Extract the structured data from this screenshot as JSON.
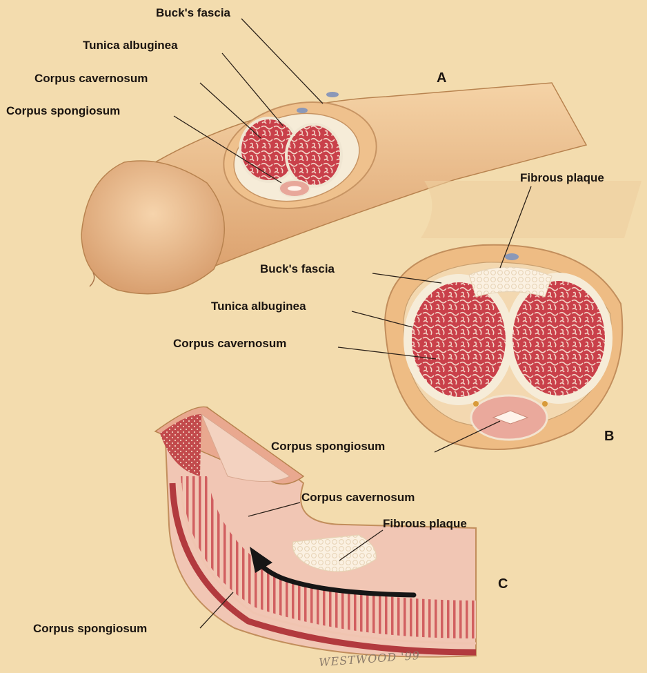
{
  "labels": {
    "a_bucks_fascia": "Buck's fascia",
    "a_tunica_albuginea": "Tunica albuginea",
    "a_corpus_cavernosum": "Corpus cavernosum",
    "a_corpus_spongiosum": "Corpus spongiosum",
    "b_fibrous_plaque": "Fibrous plaque",
    "b_bucks_fascia": "Buck's fascia",
    "b_tunica_albuginea": "Tunica albuginea",
    "b_corpus_cavernosum": "Corpus cavernosum",
    "b_corpus_spongiosum": "Corpus spongiosum",
    "c_corpus_cavernosum": "Corpus cavernosum",
    "c_fibrous_plaque": "Fibrous plaque",
    "c_corpus_spongiosum": "Corpus spongiosum"
  },
  "panels": {
    "a": "A",
    "b": "B",
    "c": "C"
  },
  "signature": "WESTWOOD '99",
  "colors": {
    "background": "#f3dcae",
    "skin": "#edc18f",
    "tunica": "#f6ecd8",
    "erectile_tissue": "#c9404a",
    "erectile_trabeculae": "#f3d6c8",
    "plaque": "#fbf1e2",
    "arrow": "#161616",
    "leader_line": "#2a2018"
  }
}
